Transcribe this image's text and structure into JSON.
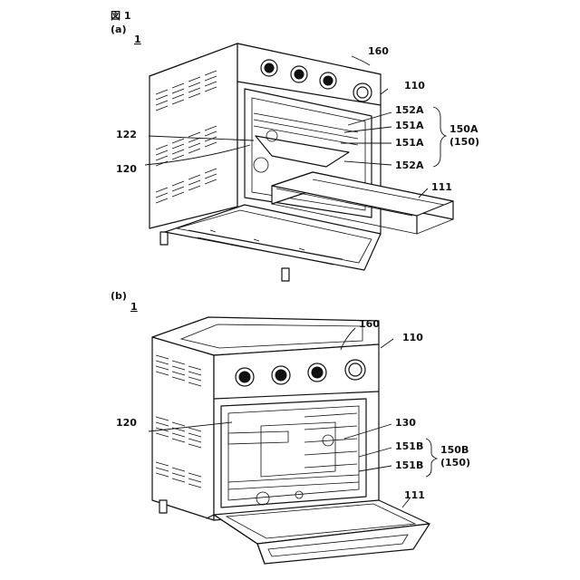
{
  "figure": {
    "title": "図 1"
  },
  "panel_a": {
    "tag": "(a)",
    "ref": "1",
    "labels": {
      "l160": "160",
      "l110": "110",
      "l152A_top": "152A",
      "l151A_top": "151A",
      "l151A_mid": "151A",
      "l152A_bot": "152A",
      "l150A": "150A",
      "l150A_paren": "(150)",
      "l122": "122",
      "l120": "120",
      "l111": "111"
    }
  },
  "panel_b": {
    "tag": "(b)",
    "ref": "1",
    "labels": {
      "l160": "160",
      "l110": "110",
      "l120": "120",
      "l130": "130",
      "l151B_top": "151B",
      "l151B_bot": "151B",
      "l150B": "150B",
      "l150B_paren": "(150)",
      "l111": "111"
    }
  }
}
